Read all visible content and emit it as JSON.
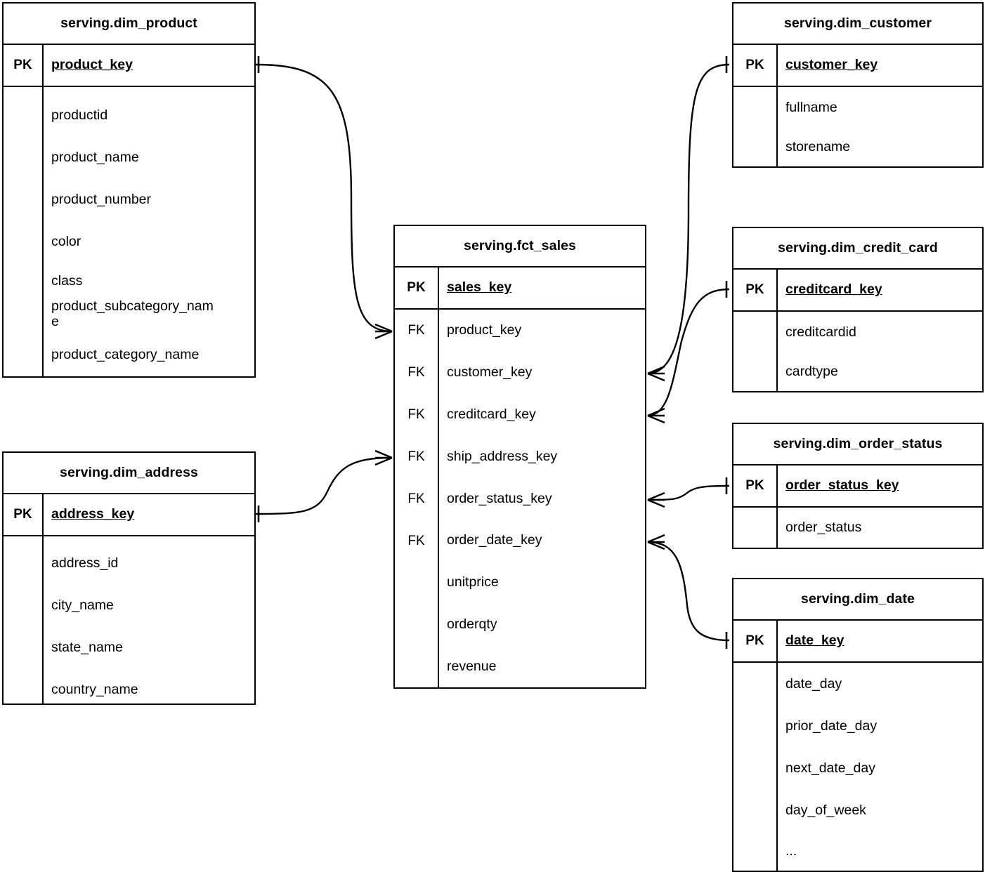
{
  "diagram": {
    "type": "entity-relationship-diagram",
    "notation": "crow's foot",
    "background_color": "#ffffff",
    "line_color": "#000000",
    "key_labels": {
      "primary": "PK",
      "foreign": "FK"
    }
  },
  "entities": {
    "dim_product": {
      "title": "serving.dim_product",
      "pk_label": "PK",
      "pk_field": "product_key",
      "attributes": [
        "productid",
        "product_name",
        "product_number",
        "color",
        "class",
        "product_subcategory_name",
        "product_category_name"
      ]
    },
    "dim_address": {
      "title": "serving.dim_address",
      "pk_label": "PK",
      "pk_field": "address_key",
      "attributes": [
        "address_id",
        "city_name",
        "state_name",
        "country_name"
      ]
    },
    "fct_sales": {
      "title": "serving.fct_sales",
      "pk_label": "PK",
      "pk_field": "sales_key",
      "fk_label": "FK",
      "fk_fields": [
        "product_key",
        "customer_key",
        "creditcard_key",
        "ship_address_key",
        "order_status_key",
        "order_date_key"
      ],
      "measures": [
        "unitprice",
        "orderqty",
        "revenue"
      ]
    },
    "dim_customer": {
      "title": "serving.dim_customer",
      "pk_label": "PK",
      "pk_field": "customer_key",
      "attributes": [
        "fullname",
        "storename"
      ]
    },
    "dim_credit_card": {
      "title": "serving.dim_credit_card",
      "pk_label": "PK",
      "pk_field": "creditcard_key",
      "attributes": [
        "creditcardid",
        "cardtype"
      ]
    },
    "dim_order_status": {
      "title": "serving.dim_order_status",
      "pk_label": "PK",
      "pk_field": "order_status_key",
      "attributes": [
        "order_status"
      ]
    },
    "dim_date": {
      "title": "serving.dim_date",
      "pk_label": "PK",
      "pk_field": "date_key",
      "attributes": [
        "date_day",
        "prior_date_day",
        "next_date_day",
        "day_of_week",
        "..."
      ]
    }
  },
  "relationships": [
    {
      "from": "dim_product.product_key",
      "to": "fct_sales.product_key",
      "cardinality": "one-to-many"
    },
    {
      "from": "dim_address.address_key",
      "to": "fct_sales.ship_address_key",
      "cardinality": "one-to-many"
    },
    {
      "from": "dim_customer.customer_key",
      "to": "fct_sales.customer_key",
      "cardinality": "one-to-many"
    },
    {
      "from": "dim_credit_card.creditcard_key",
      "to": "fct_sales.creditcard_key",
      "cardinality": "one-to-many"
    },
    {
      "from": "dim_order_status.order_status_key",
      "to": "fct_sales.order_status_key",
      "cardinality": "one-to-many"
    },
    {
      "from": "dim_date.date_key",
      "to": "fct_sales.order_date_key",
      "cardinality": "one-to-many"
    }
  ]
}
